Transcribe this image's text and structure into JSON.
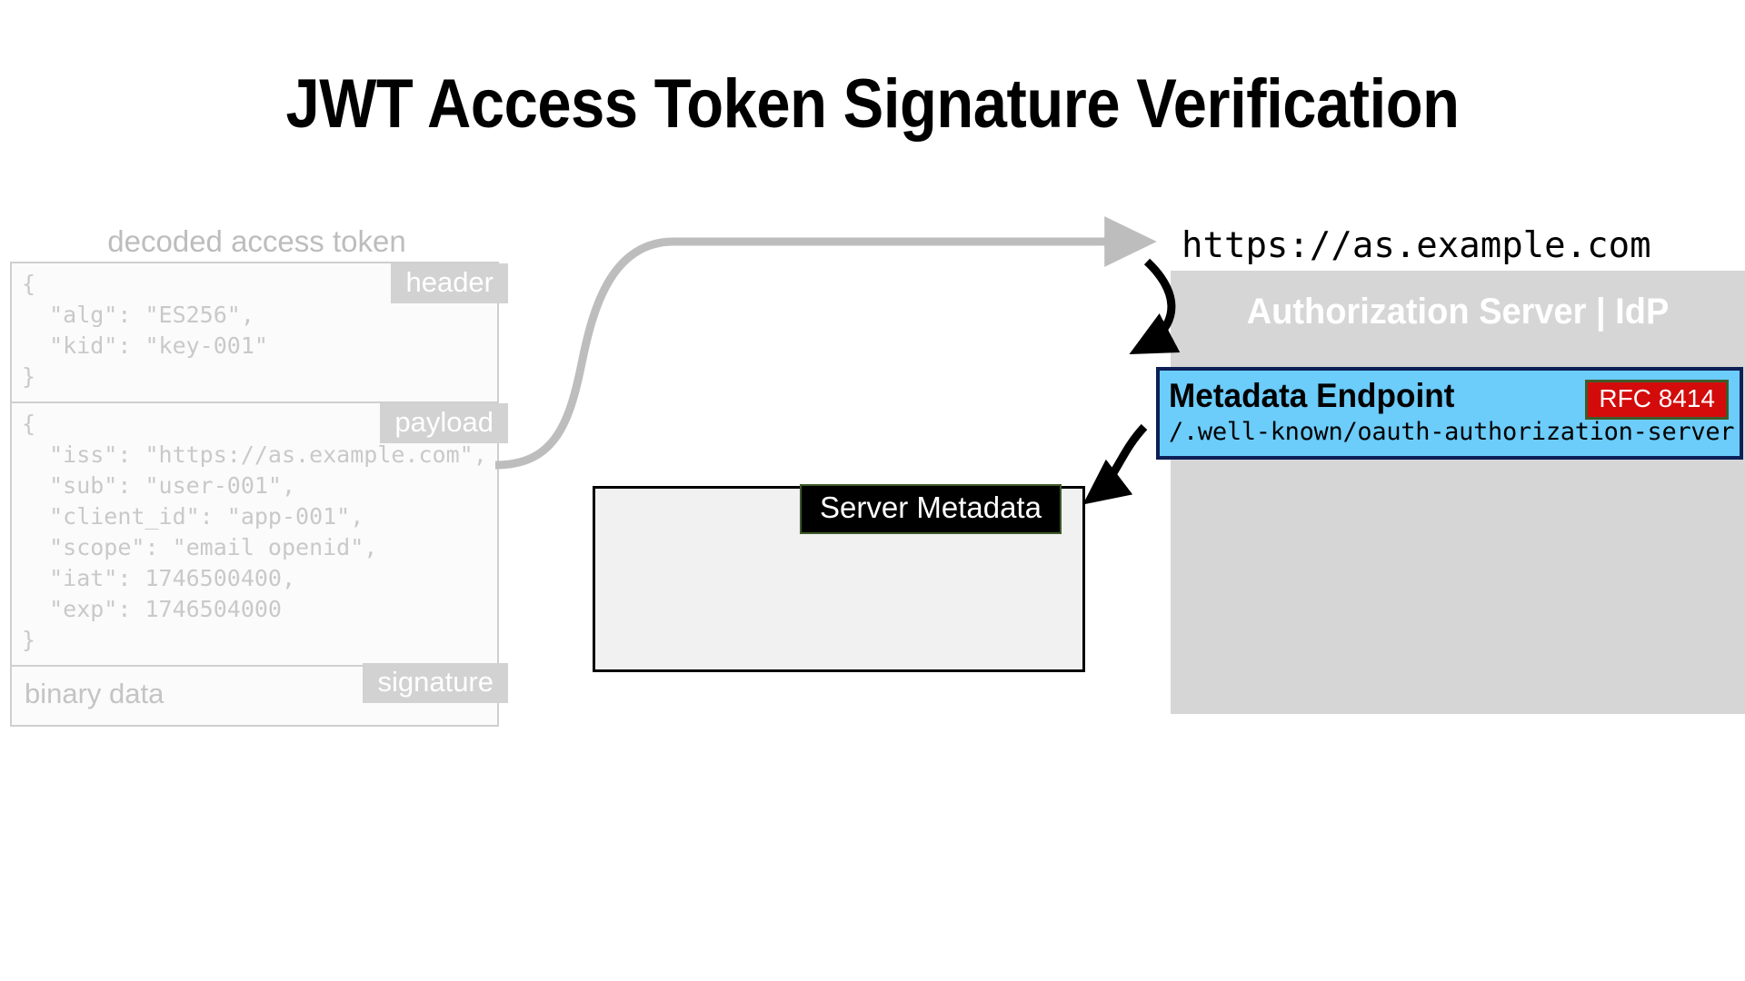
{
  "title": "JWT Access Token Signature Verification",
  "token": {
    "caption": "decoded access token",
    "header": {
      "tag": "header",
      "code": "{\n  \"alg\": \"ES256\",\n  \"kid\": \"key-001\"\n}"
    },
    "payload": {
      "tag": "payload",
      "code": "{\n  \"iss\": \"https://as.example.com\",\n  \"sub\": \"user-001\",\n  \"client_id\": \"app-001\",\n  \"scope\": \"email openid\",\n  \"iat\": 1746500400,\n  \"exp\": 1746504000\n}"
    },
    "signature": {
      "tag": "signature",
      "text": "binary data"
    }
  },
  "issuer_url": "https://as.example.com",
  "authorization_server": {
    "title": "Authorization Server | IdP",
    "metadata_endpoint": {
      "title": "Metadata Endpoint",
      "path": "/.well-known/oauth-authorization-server",
      "badge": "RFC 8414"
    }
  },
  "server_metadata": {
    "label": "Server Metadata",
    "body": ""
  },
  "colors": {
    "token_text": "#c9c9c9",
    "tag_background": "#d2d2d2",
    "as_background": "#d6d6d6",
    "endpoint_fill": "#6cccfa",
    "endpoint_border": "#0d1f57",
    "badge_red": "#d40b0b",
    "badge_border": "#3f5a2a",
    "metadata_fill": "#f1f1f1",
    "arrow_gray": "#bdbdbd",
    "arrow_black": "#000000"
  }
}
